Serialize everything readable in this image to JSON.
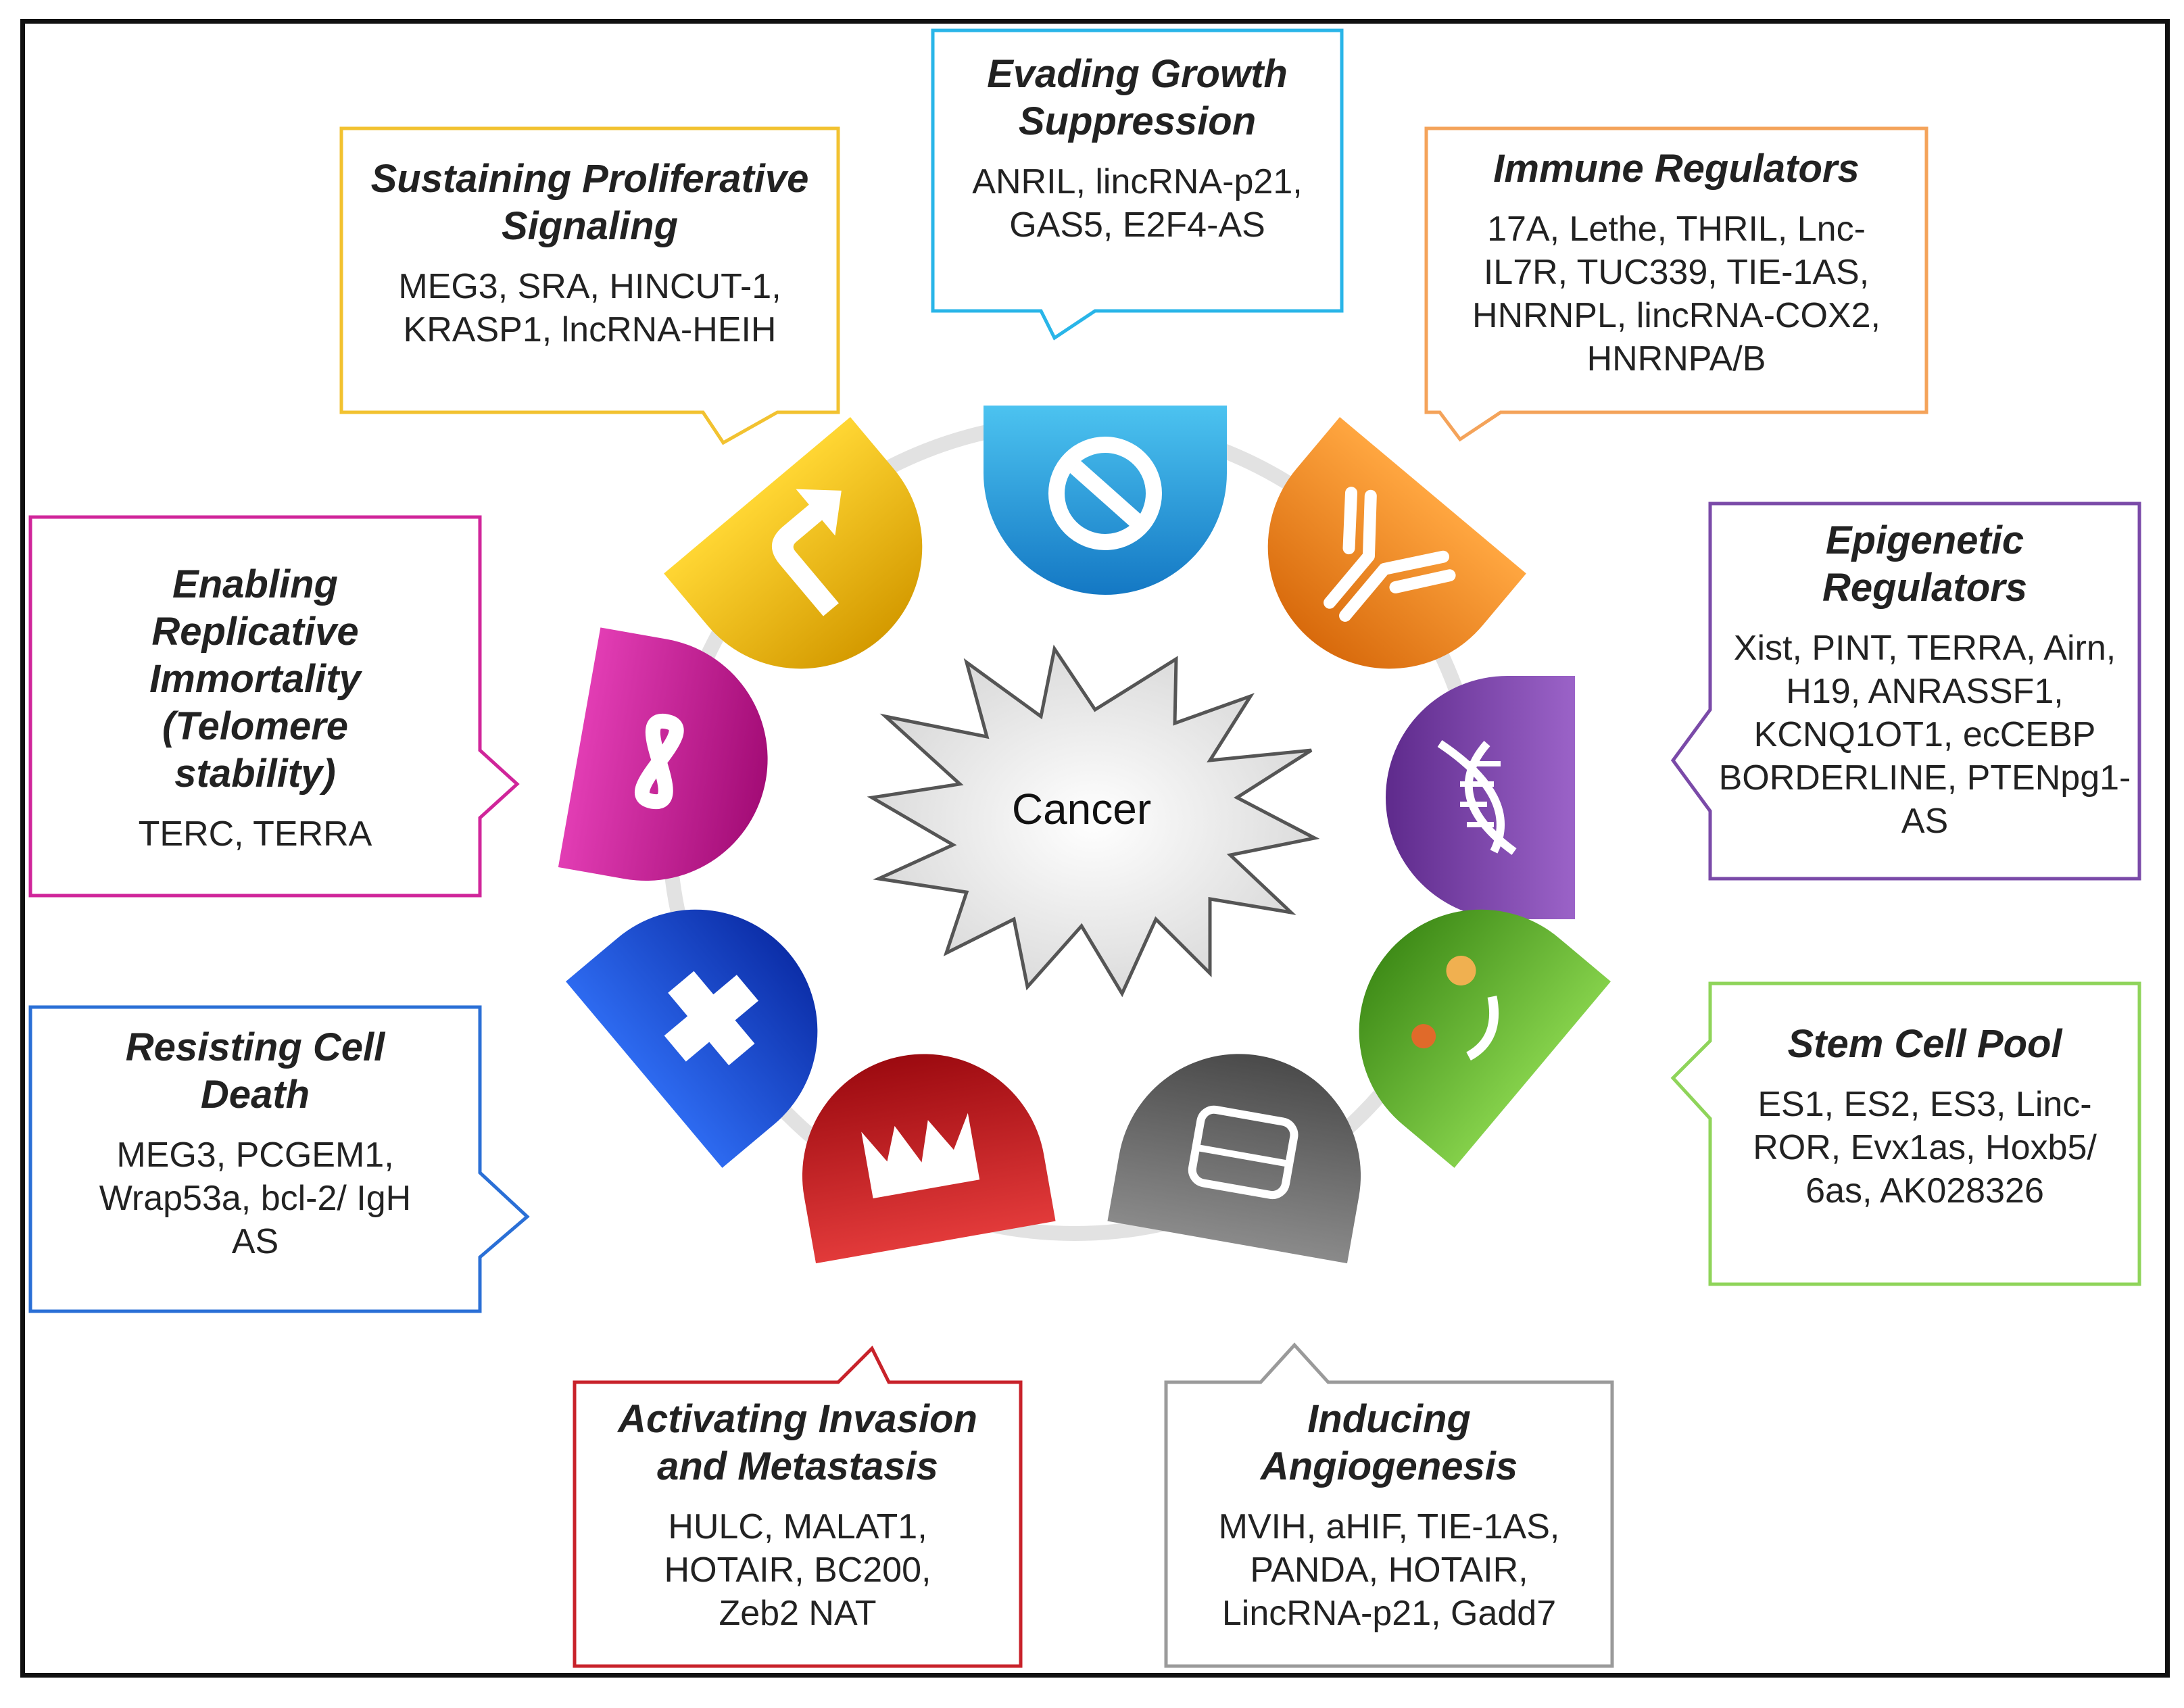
{
  "center": {
    "label": "Cancer"
  },
  "callouts": [
    {
      "id": "evading-growth-suppression",
      "title": "Evading Growth Suppression",
      "genes": "ANRIL, lincRNA-p21, GAS5, E2F4-AS",
      "color": "#29b5e8"
    },
    {
      "id": "sustaining-proliferative-signaling",
      "title": "Sustaining Proliferative Signaling",
      "genes": "MEG3, SRA, HINCUT-1, KRASP1, lncRNA-HEIH",
      "color": "#f2c230"
    },
    {
      "id": "immune-regulators",
      "title": "Immune Regulators",
      "genes": "17A, Lethe, THRIL, Lnc-IL7R, TUC339, TIE-1AS, HNRNPL, lincRNA-COX2, HNRNPA/B",
      "color": "#f4a35a"
    },
    {
      "id": "enabling-replicative-immortality",
      "title": "Enabling Replicative Immortality (Telomere stability)",
      "genes": "TERC, TERRA",
      "color": "#d0259a"
    },
    {
      "id": "epigenetic-regulators",
      "title": "Epigenetic Regulators",
      "genes": "Xist, PINT, TERRA, Airn, H19, ANRASSF1, KCNQ1OT1, ecCEBP BORDERLINE, PTENpg1-AS",
      "color": "#7a4aa8"
    },
    {
      "id": "resisting-cell-death",
      "title": "Resisting Cell Death",
      "genes": "MEG3, PCGEM1, Wrap53a, bcl-2/ IgH AS",
      "color": "#2a6fd6"
    },
    {
      "id": "stem-cell-pool",
      "title": "Stem Cell Pool",
      "genes": "ES1, ES2, ES3, Linc-ROR, Evx1as, Hoxb5/ 6as, AK028326",
      "color": "#8fd45a"
    },
    {
      "id": "activating-invasion-metastasis",
      "title": "Activating Invasion and Metastasis",
      "genes": "HULC, MALAT1, HOTAIR, BC200, Zeb2 NAT",
      "color": "#c8222a"
    },
    {
      "id": "inducing-angiogenesis",
      "title": "Inducing Angiogenesis",
      "genes": "MVIH, aHIF, TIE-1AS, PANDA, HOTAIR, LincRNA-p21, Gadd7",
      "color": "#9a9a9a"
    }
  ],
  "icons": [
    {
      "name": "no-symbol-icon",
      "color": "#1f9bdc"
    },
    {
      "name": "turn-arrow-icon",
      "color": "#e8b412"
    },
    {
      "name": "antibody-icon",
      "color": "#ef8a22"
    },
    {
      "name": "infinity-icon",
      "color": "#c4168f"
    },
    {
      "name": "dna-icon",
      "color": "#7b3fa6"
    },
    {
      "name": "cross-icon",
      "color": "#1440c8"
    },
    {
      "name": "stem-cell-icon",
      "color": "#5cae2a"
    },
    {
      "name": "invasion-icon",
      "color": "#c0121a"
    },
    {
      "name": "vessel-icon",
      "color": "#666666"
    }
  ]
}
